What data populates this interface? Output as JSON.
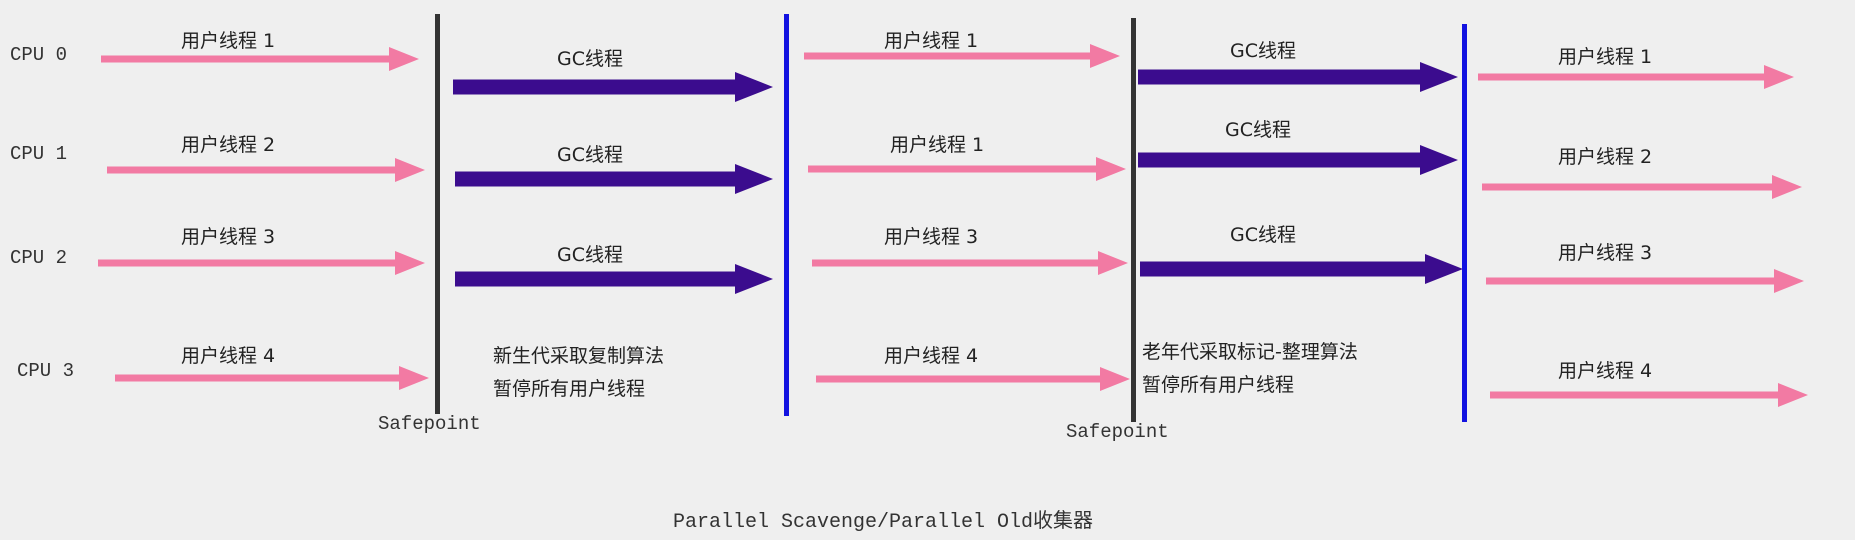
{
  "cpus": [
    "CPU 0",
    "CPU 1",
    "CPU 2",
    "CPU 3"
  ],
  "phase1": {
    "user_threads": [
      "用户线程 1",
      "用户线程 2",
      "用户线程 3",
      "用户线程 4"
    ]
  },
  "gc1": {
    "threads": [
      "GC线程",
      "GC线程",
      "GC线程"
    ],
    "note": [
      "新生代采取复制算法",
      "暂停所有用户线程"
    ],
    "safepoint": "Safepoint"
  },
  "phase2": {
    "user_threads": [
      "用户线程 1",
      "用户线程 1",
      "用户线程 3",
      "用户线程 4"
    ]
  },
  "gc2": {
    "threads": [
      "GC线程",
      "GC线程",
      "GC线程"
    ],
    "note": [
      "老年代采取标记-整理算法",
      "暂停所有用户线程"
    ],
    "safepoint": "Safepoint"
  },
  "phase3": {
    "user_threads": [
      "用户线程 1",
      "用户线程 2",
      "用户线程 3",
      "用户线程 4"
    ]
  },
  "caption": "Parallel Scavenge/Parallel Old收集器",
  "colors": {
    "user_thread": "#f27aa3",
    "gc_thread": "#3b0c8e",
    "safepoint_line": "#333333",
    "resume_line": "#1212e0"
  }
}
